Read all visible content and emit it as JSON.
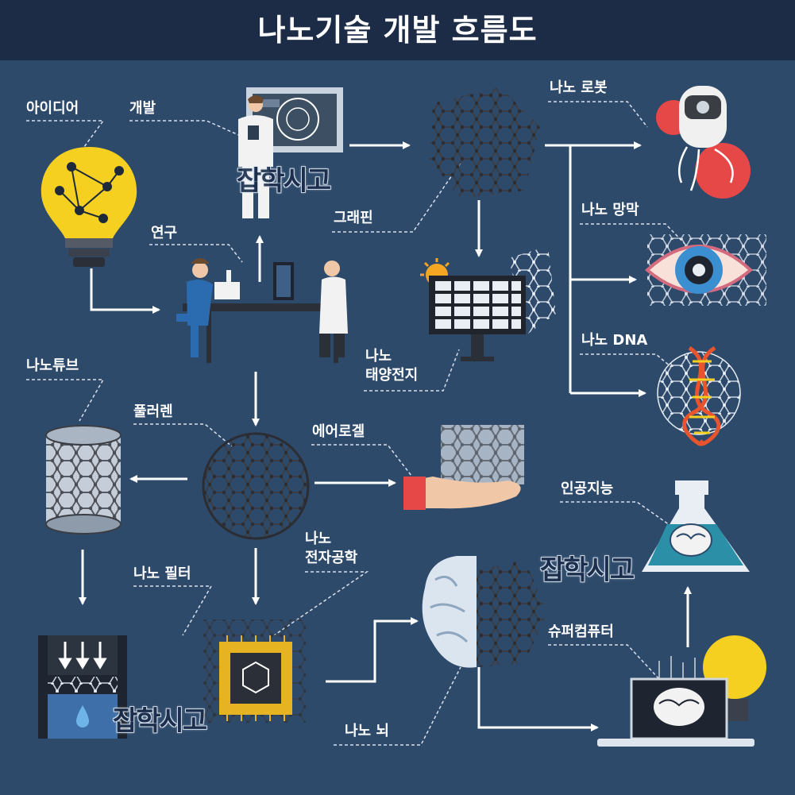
{
  "title": "나노기술 개발 흐름도",
  "labels": {
    "idea": "아이디어",
    "development": "개발",
    "research": "연구",
    "graphene": "그래핀",
    "nano_robot": "나노 로봇",
    "nano_membrane": "나노 망막",
    "nano_dna": "나노 DNA",
    "nano_solar_line1": "나노",
    "nano_solar_line2": "태양전지",
    "nanotube": "나노튜브",
    "fullerene": "풀러렌",
    "aerogel": "에어로겔",
    "ai": "인공지능",
    "nano_filter": "나노 필터",
    "nano_electronics_line1": "나노",
    "nano_electronics_line2": "전자공학",
    "supercomputer": "슈퍼컴퓨터",
    "nano_brain": "나노 뇌"
  },
  "watermark": "잡학시고",
  "colors": {
    "background": "#2e4a6b",
    "title_bar": "#1c2c47",
    "text": "#ffffff",
    "arrow": "#ffffff",
    "dashed_line": "#d8e0ea",
    "bulb": "#f5d020",
    "molecule": "#3a3d44"
  },
  "icons": [
    "lightbulb-icon",
    "scientist-icon",
    "graphene-icon",
    "nano-robot-icon",
    "eye-icon",
    "dna-icon",
    "researchers-icon",
    "solar-panel-icon",
    "nanotube-icon",
    "fullerene-icon",
    "aerogel-icon",
    "flask-brain-icon",
    "filter-icon",
    "chip-icon",
    "brain-icon",
    "laptop-brain-icon"
  ]
}
